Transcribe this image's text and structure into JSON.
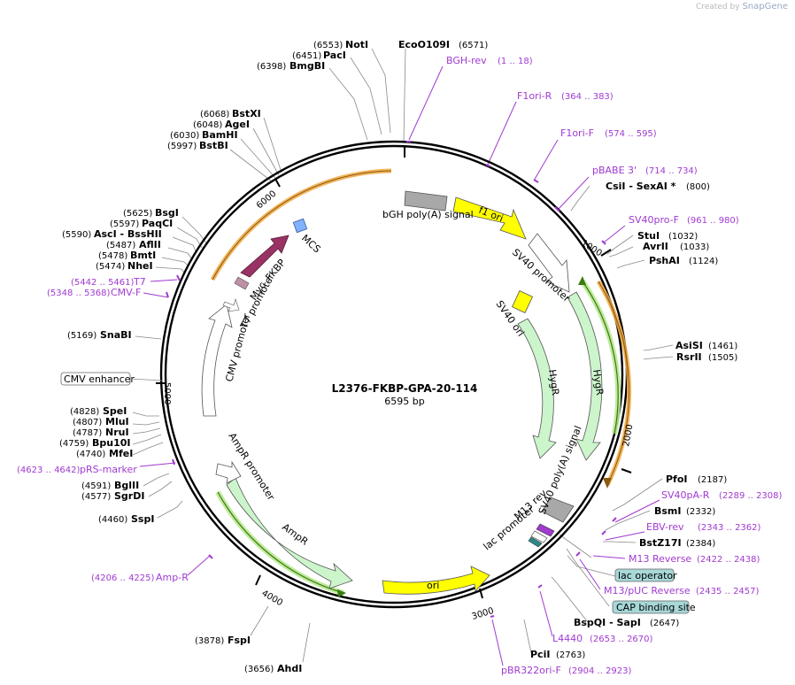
{
  "header": {
    "credit_prefix": "Created by",
    "credit_brand": "SnapGene"
  },
  "plasmid": {
    "name": "L2376-FKBP-GPA-20-114",
    "length": "6595 bp"
  },
  "ticks": [
    "1000",
    "2000",
    "3000",
    "4000",
    "5000",
    "6000"
  ],
  "enzymes": [
    {
      "name": "NotI",
      "pos": "(6553)"
    },
    {
      "name": "PacI",
      "pos": "(6451)"
    },
    {
      "name": "BmgBI",
      "pos": "(6398)"
    },
    {
      "name": "EcoO109I",
      "pos": "(6571)"
    },
    {
      "name": "BstXI",
      "pos": "(6068)"
    },
    {
      "name": "AgeI",
      "pos": "(6048)"
    },
    {
      "name": "BamHI",
      "pos": "(6030)"
    },
    {
      "name": "BstBI",
      "pos": "(5997)"
    },
    {
      "name": "BsgI",
      "pos": "(5625)"
    },
    {
      "name": "PaqCI",
      "pos": "(5597)"
    },
    {
      "name": "AscI - BssHII",
      "pos": "(5590)"
    },
    {
      "name": "AflII",
      "pos": "(5487)"
    },
    {
      "name": "BmtI",
      "pos": "(5478)"
    },
    {
      "name": "NheI",
      "pos": "(5474)"
    },
    {
      "name": "SnaBI",
      "pos": "(5169)"
    },
    {
      "name": "SpeI",
      "pos": "(4828)"
    },
    {
      "name": "MluI",
      "pos": "(4807)"
    },
    {
      "name": "NruI",
      "pos": "(4787)"
    },
    {
      "name": "Bpu10I",
      "pos": "(4759)"
    },
    {
      "name": "MfeI",
      "pos": "(4740)"
    },
    {
      "name": "BglII",
      "pos": "(4591)"
    },
    {
      "name": "SgrDI",
      "pos": "(4577)"
    },
    {
      "name": "SspI",
      "pos": "(4460)"
    },
    {
      "name": "FspI",
      "pos": "(3878)"
    },
    {
      "name": "AhdI",
      "pos": "(3656)"
    },
    {
      "name": "CsiI - SexAI *",
      "pos": "(800)"
    },
    {
      "name": "StuI",
      "pos": "(1032)"
    },
    {
      "name": "AvrII",
      "pos": "(1033)"
    },
    {
      "name": "PshAI",
      "pos": "(1124)"
    },
    {
      "name": "AsiSI",
      "pos": "(1461)"
    },
    {
      "name": "RsrII",
      "pos": "(1505)"
    },
    {
      "name": "PfoI",
      "pos": "(2187)"
    },
    {
      "name": "BsmI",
      "pos": "(2332)"
    },
    {
      "name": "BstZ17I",
      "pos": "(2384)"
    },
    {
      "name": "BspQI - SapI",
      "pos": "(2647)"
    },
    {
      "name": "PciI",
      "pos": "(2763)"
    }
  ],
  "primers": [
    {
      "name": "BGH-rev",
      "pos": "(1 .. 18)"
    },
    {
      "name": "F1ori-R",
      "pos": "(364 .. 383)"
    },
    {
      "name": "F1ori-F",
      "pos": "(574 .. 595)"
    },
    {
      "name": "pBABE 3'",
      "pos": "(714 .. 734)"
    },
    {
      "name": "SV40pro-F",
      "pos": "(961 .. 980)"
    },
    {
      "name": "SV40pA-R",
      "pos": "(2289 .. 2308)"
    },
    {
      "name": "EBV-rev",
      "pos": "(2343 .. 2362)"
    },
    {
      "name": "M13 Reverse",
      "pos": "(2422 .. 2438)"
    },
    {
      "name": "M13/pUC Reverse",
      "pos": "(2435 .. 2457)"
    },
    {
      "name": "L4440",
      "pos": "(2653 .. 2670)"
    },
    {
      "name": "pBR322ori-F",
      "pos": "(2904 .. 2923)"
    },
    {
      "name": "Amp-R",
      "pos": "(4206 .. 4225)"
    },
    {
      "name": "pRS-marker",
      "pos": "(4623 .. 4642)"
    },
    {
      "name": "CMV-F",
      "pos": "(5348 .. 5368)"
    },
    {
      "name": "T7",
      "pos": "(5442 .. 5461)"
    }
  ],
  "boxed": [
    "CMV enhancer",
    "lac operator",
    "CAP binding site"
  ],
  "features": [
    "bGH poly(A) signal",
    "f1 ori",
    "SV40 promoter",
    "SV40 ori",
    "HygR",
    "HygR",
    "SV40 poly(A) signal",
    "M13 rev",
    "lac promoter",
    "ori",
    "AmpR",
    "AmpR promoter",
    "CMV promoter",
    "T7 promoter",
    "Myc",
    "FKBP",
    "MCS"
  ],
  "colors": {
    "backbone": "#000000",
    "primer": "#a03ad0",
    "f1_ori": "#ffff00",
    "ori": "#ffff00",
    "marker": "#ccf5cc",
    "fkbp": "#993366",
    "mcs": "#80b3ff",
    "bgh": "#a8a8a8",
    "orange_arc": "#f0a840",
    "green_arc": "#4a9a20",
    "promoter": "#ffffff",
    "lac_op_box": "#a8d8d8"
  }
}
